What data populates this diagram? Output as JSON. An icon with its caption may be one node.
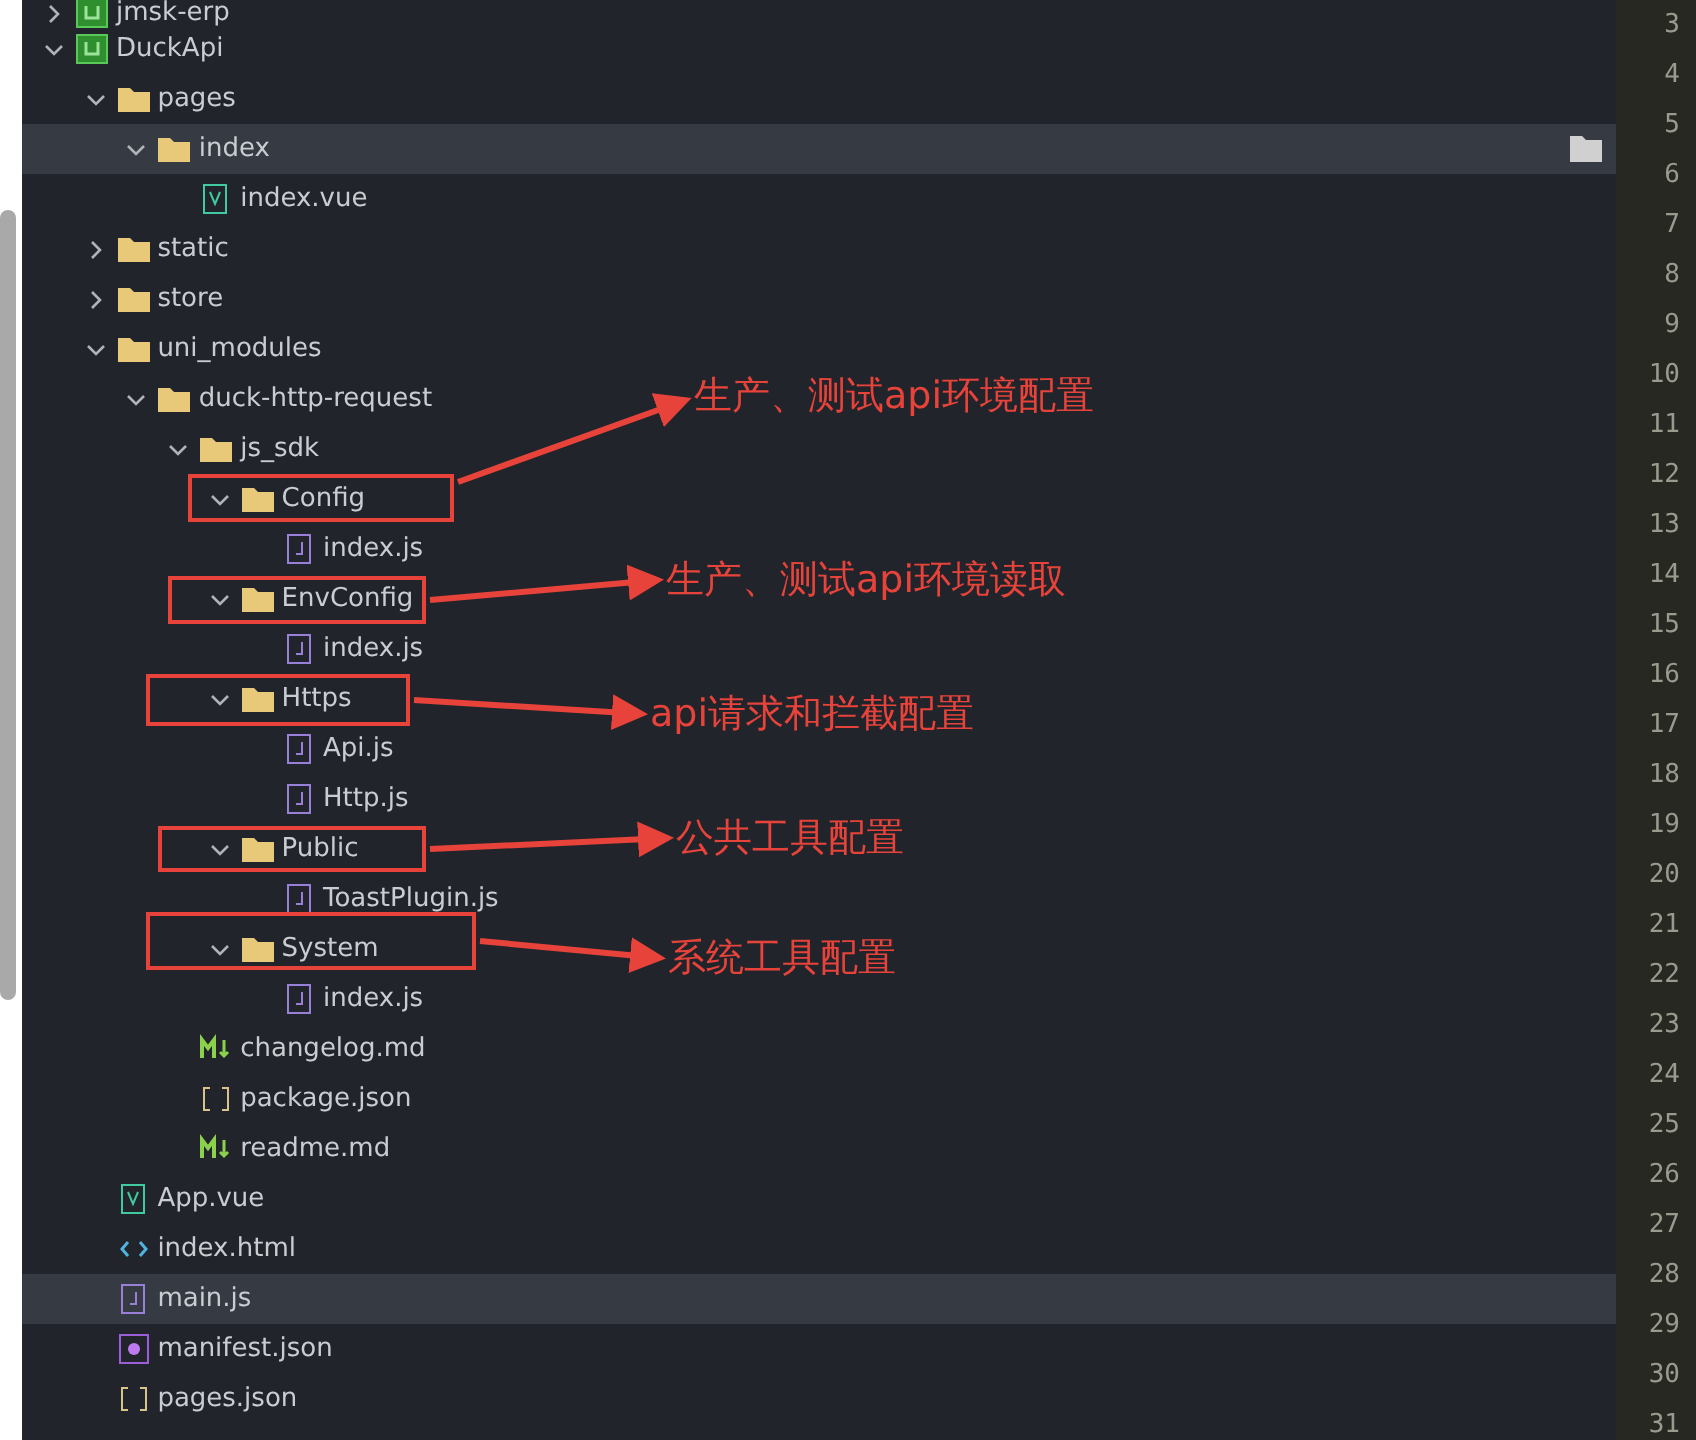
{
  "diagram": {
    "nodes": [
      {
        "text": [
          "Config"
        ]
      },
      {
        "text": [
          "生产、测试api环境配置"
        ]
      },
      {
        "text": [
          "EnvConfig"
        ]
      },
      {
        "text": [
          "生产、测试api环境读取"
        ]
      },
      {
        "text": [
          "Https"
        ]
      },
      {
        "text": [
          "api请求和拦截配置"
        ]
      },
      {
        "text": [
          "Public"
        ]
      },
      {
        "text": [
          "公共工具配置"
        ]
      },
      {
        "text": [
          "System"
        ]
      },
      {
        "text": [
          "系统工具配置"
        ]
      }
    ],
    "edges": [
      {
        "from": 0,
        "to": 1,
        "arrow": "to",
        "color": "#e8433a"
      },
      {
        "from": 2,
        "to": 3,
        "arrow": "to",
        "color": "#e8433a"
      },
      {
        "from": 4,
        "to": 5,
        "arrow": "to",
        "color": "#e8433a"
      },
      {
        "from": 6,
        "to": 7,
        "arrow": "to",
        "color": "#e8433a"
      },
      {
        "from": 8,
        "to": 9,
        "arrow": "to",
        "color": "#e8433a"
      }
    ],
    "labels": [
      "jmsk-erp",
      "DuckApi",
      "pages",
      "index",
      "index.vue",
      "static",
      "store",
      "uni_modules",
      "duck-http-request",
      "js_sdk",
      "index.js",
      "index.js",
      "Api.js",
      "Http.js",
      "ToastPlugin.js",
      "index.js",
      "changelog.md",
      "package.json",
      "readme.md",
      "App.vue",
      "index.html",
      "main.js",
      "manifest.json",
      "pages.json",
      "3",
      "4",
      "5",
      "6",
      "7",
      "8",
      "9",
      "10",
      "11",
      "12",
      "13",
      "14",
      "15",
      "16",
      "17",
      "18",
      "19",
      "20",
      "21",
      "22",
      "23",
      "24",
      "25",
      "26",
      "27",
      "28",
      "29",
      "30",
      "31"
    ]
  }
}
